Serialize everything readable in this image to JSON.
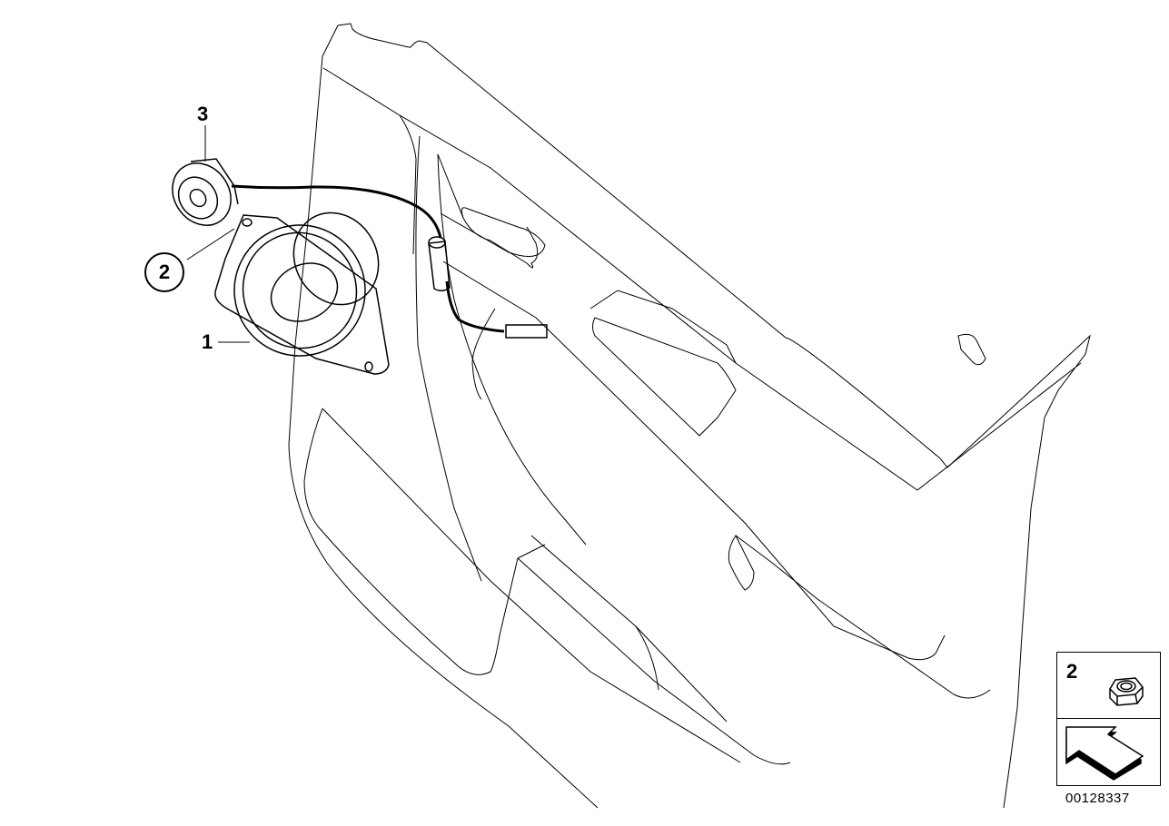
{
  "diagram": {
    "subject": "Door trim panel with loudspeaker and tweeter",
    "callouts": [
      {
        "id": "1",
        "label": "1",
        "style": "plain",
        "part": "loudspeaker"
      },
      {
        "id": "2",
        "label": "2",
        "style": "circled",
        "part": "hex nut"
      },
      {
        "id": "3",
        "label": "3",
        "style": "plain",
        "part": "tweeter"
      }
    ],
    "legend": {
      "item_number": "2",
      "icon": "hex-nut-icon",
      "direction_icon": "view-direction-arrow-icon"
    },
    "diagram_id": "00128337",
    "colors": {
      "line": "#000000",
      "background": "#ffffff"
    }
  }
}
